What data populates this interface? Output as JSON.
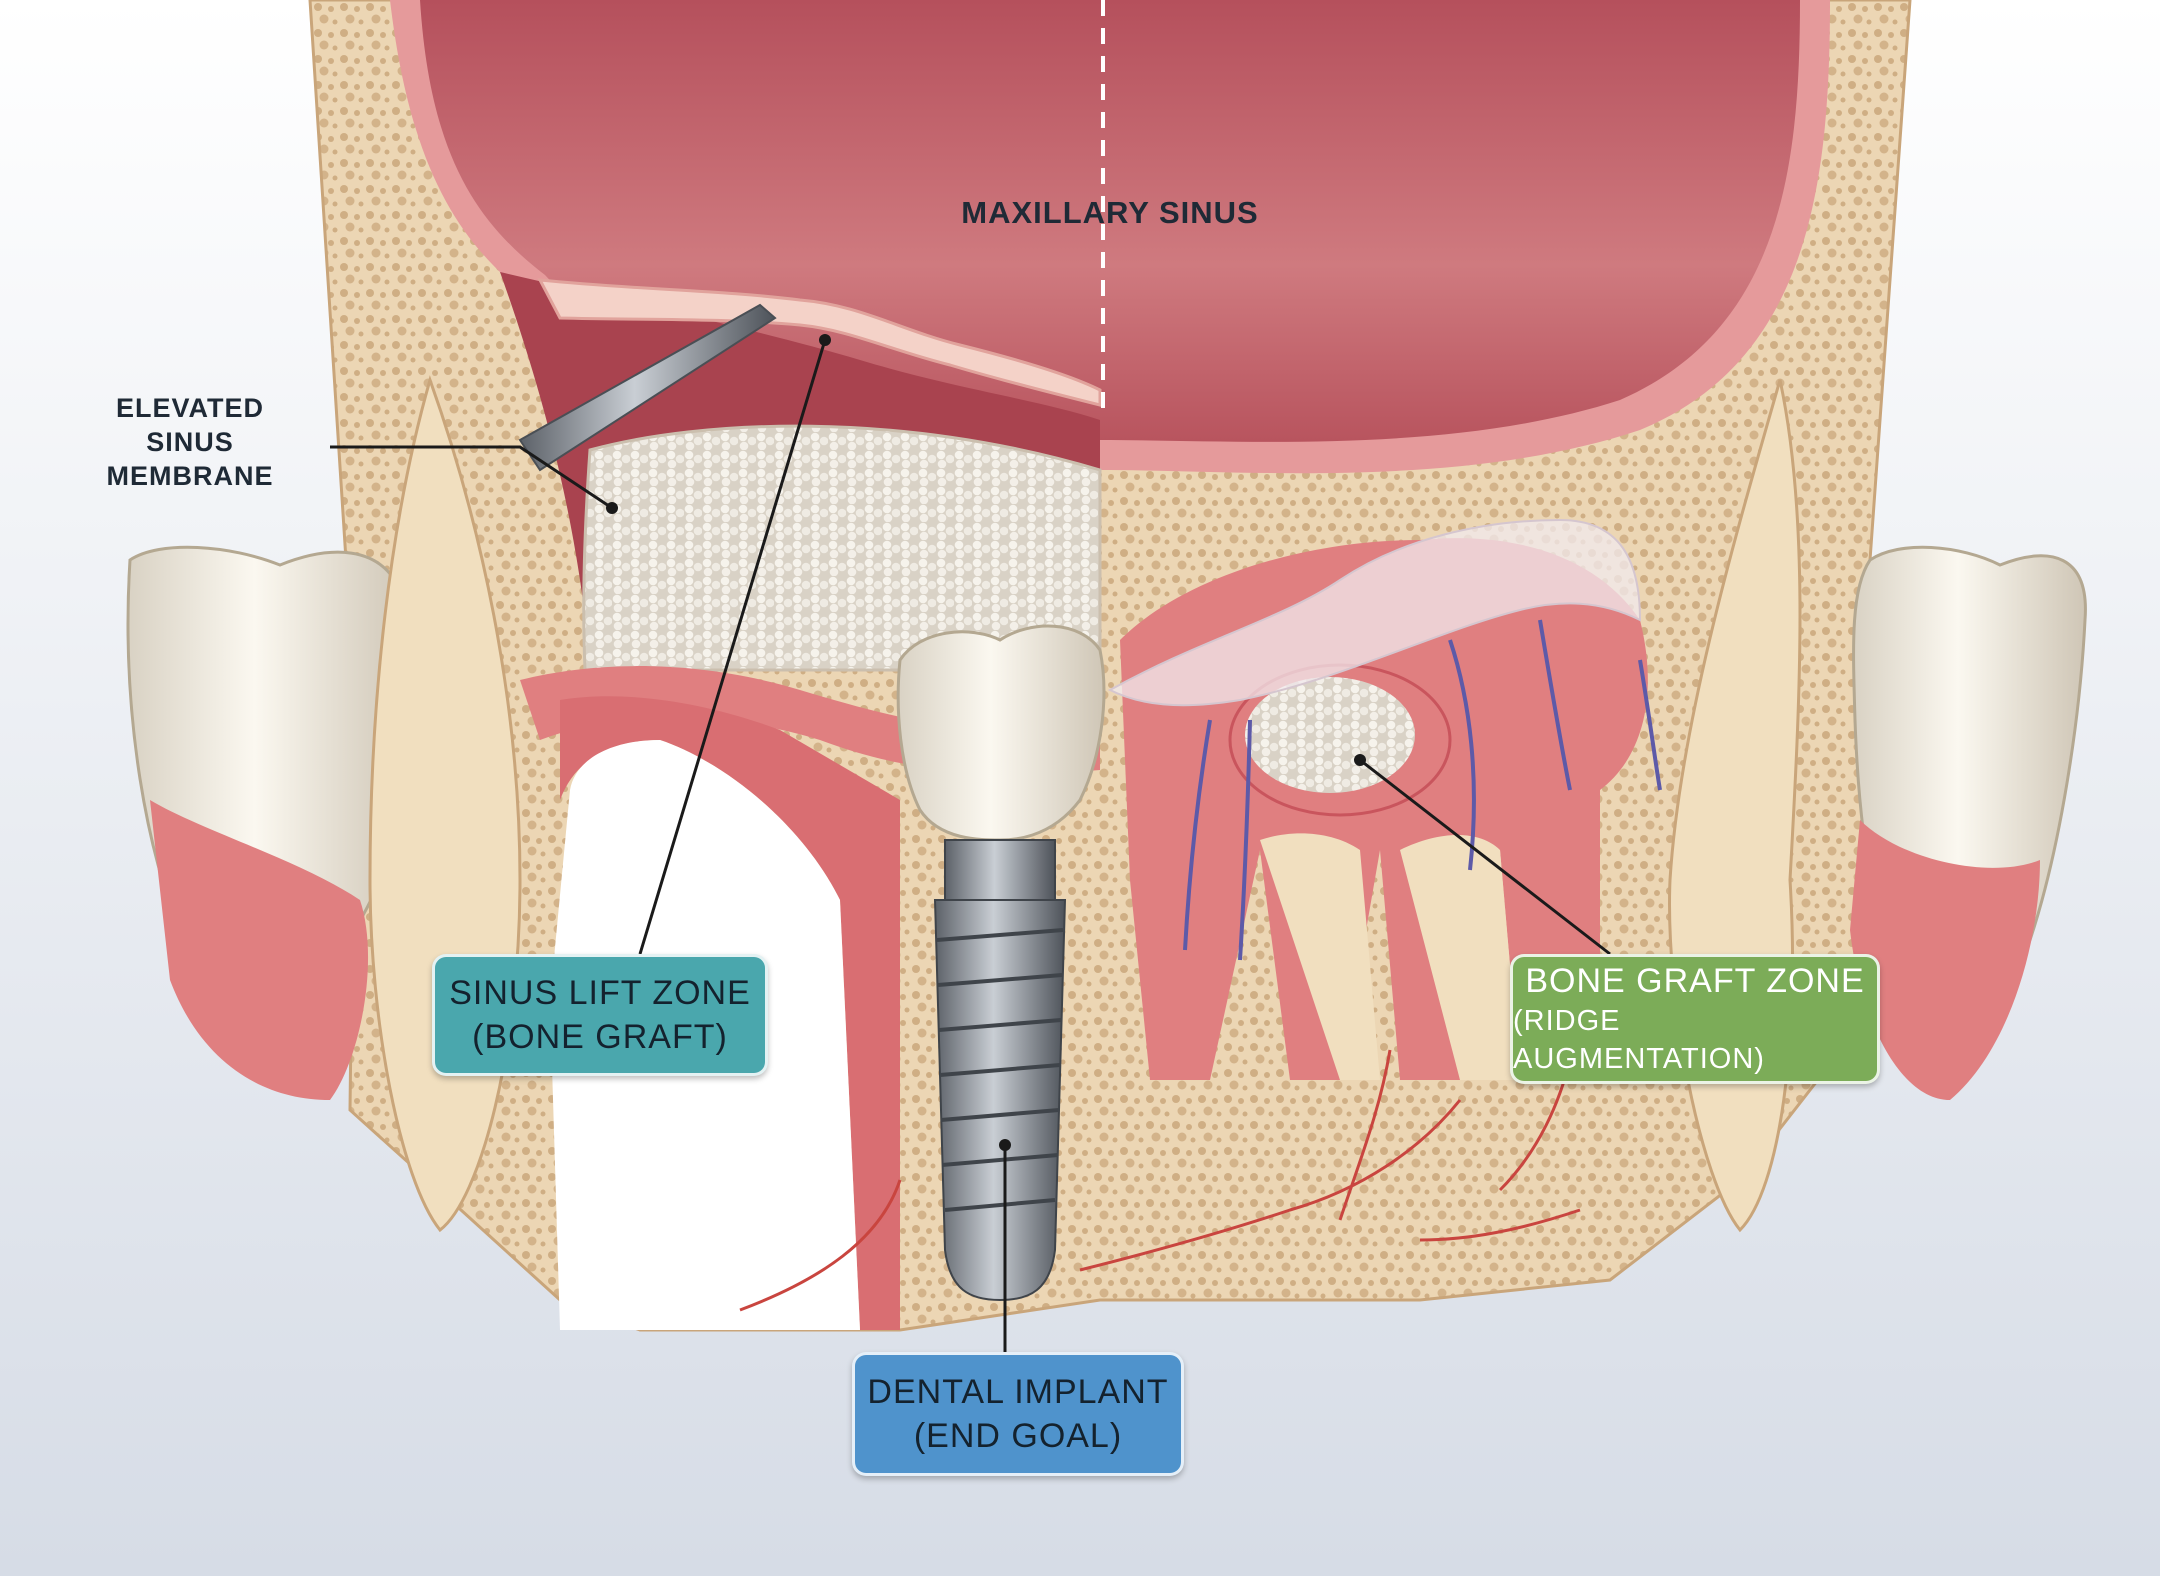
{
  "diagram": {
    "labels": {
      "maxillary_sinus": "MAXILLARY SINUS",
      "membrane_line1": "ELEVATED",
      "membrane_line2": "SINUS MEMBRANE"
    },
    "callouts": {
      "sinus_lift": {
        "line1": "SINUS LIFT ZONE",
        "line2": "(BONE GRAFT)",
        "color": "#4aa7ad"
      },
      "bone_graft": {
        "line1": "BONE GRAFT ZONE",
        "line2": "(RIDGE AUGMENTATION)",
        "color": "#7cac58"
      },
      "implant": {
        "line1": "DENTAL IMPLANT",
        "line2": "(END GOAL)",
        "color": "#4f93cc"
      }
    },
    "colors": {
      "bone": "#ecd6b4",
      "gum": "#e07f80",
      "sinus": "#c8606a",
      "graft": "#eeeae2",
      "tooth": "#f7f1e4",
      "metal": "#8a8f96"
    }
  }
}
